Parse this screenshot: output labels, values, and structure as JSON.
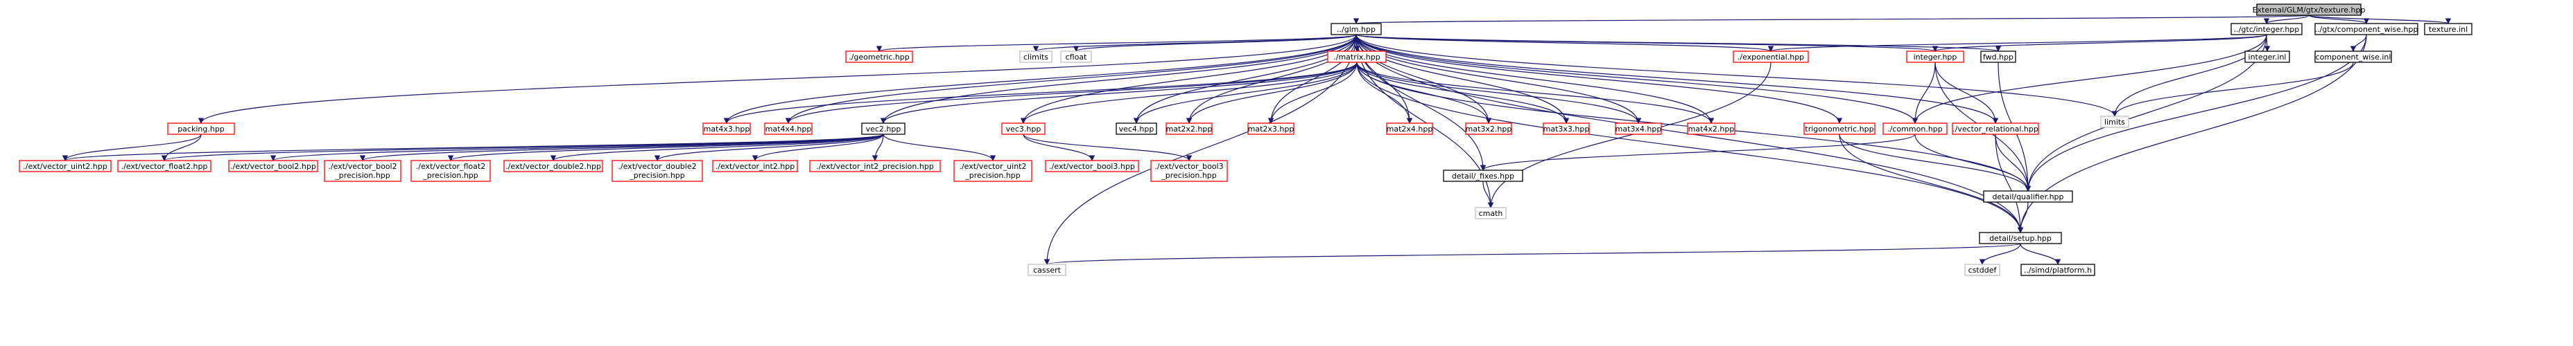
{
  "colors": {
    "edge": "#191970",
    "edge_grey": "#a9a9a9",
    "documented_border": "#000000",
    "undocumented_border": "#ff0000",
    "system_border": "#bfbfbf",
    "root_fill": "#bfbfbf",
    "node_fill": "#ffffff"
  },
  "nodes": [
    {
      "id": "root",
      "lines": [
        "External/GLM/gtx/texture.hpp"
      ],
      "style": "root"
    },
    {
      "id": "glm",
      "lines": [
        "../glm.hpp"
      ],
      "style": "doc"
    },
    {
      "id": "gtc_integer",
      "lines": [
        "../gtc/integer.hpp"
      ],
      "style": "doc"
    },
    {
      "id": "gtx_cw",
      "lines": [
        "../gtx/component_wise.hpp"
      ],
      "style": "doc"
    },
    {
      "id": "texture_inl",
      "lines": [
        "texture.inl"
      ],
      "style": "doc"
    },
    {
      "id": "climits",
      "lines": [
        "climits"
      ],
      "style": "sys"
    },
    {
      "id": "cfloat",
      "lines": [
        "cfloat"
      ],
      "style": "sys"
    },
    {
      "id": "geometric",
      "lines": [
        "./geometric.hpp"
      ],
      "style": "undoc"
    },
    {
      "id": "matrix",
      "lines": [
        "./matrix.hpp"
      ],
      "style": "undoc"
    },
    {
      "id": "exponential",
      "lines": [
        "./exponential.hpp"
      ],
      "style": "undoc"
    },
    {
      "id": "integer",
      "lines": [
        "integer.hpp"
      ],
      "style": "undoc"
    },
    {
      "id": "fwd",
      "lines": [
        "fwd.hpp"
      ],
      "style": "doc"
    },
    {
      "id": "integer_inl",
      "lines": [
        "integer.inl"
      ],
      "style": "doc"
    },
    {
      "id": "cw_inl",
      "lines": [
        "component_wise.inl"
      ],
      "style": "doc"
    },
    {
      "id": "limits",
      "lines": [
        "limits"
      ],
      "style": "sys"
    },
    {
      "id": "packing",
      "lines": [
        "packing.hpp"
      ],
      "style": "undoc"
    },
    {
      "id": "mat4x3",
      "lines": [
        "mat4x3.hpp"
      ],
      "style": "undoc"
    },
    {
      "id": "mat4x4",
      "lines": [
        "mat4x4.hpp"
      ],
      "style": "undoc"
    },
    {
      "id": "vec2",
      "lines": [
        "vec2.hpp"
      ],
      "style": "doc"
    },
    {
      "id": "vec3",
      "lines": [
        "vec3.hpp"
      ],
      "style": "undoc"
    },
    {
      "id": "vec4",
      "lines": [
        "vec4.hpp"
      ],
      "style": "doc"
    },
    {
      "id": "mat2x2",
      "lines": [
        "mat2x2.hpp"
      ],
      "style": "undoc"
    },
    {
      "id": "mat2x3",
      "lines": [
        "mat2x3.hpp"
      ],
      "style": "undoc"
    },
    {
      "id": "mat2x4",
      "lines": [
        "mat2x4.hpp"
      ],
      "style": "undoc"
    },
    {
      "id": "mat3x2",
      "lines": [
        "mat3x2.hpp"
      ],
      "style": "undoc"
    },
    {
      "id": "mat3x3",
      "lines": [
        "mat3x3.hpp"
      ],
      "style": "undoc"
    },
    {
      "id": "mat3x4",
      "lines": [
        "mat3x4.hpp"
      ],
      "style": "undoc"
    },
    {
      "id": "mat4x2",
      "lines": [
        "mat4x2.hpp"
      ],
      "style": "undoc"
    },
    {
      "id": "trigonometric",
      "lines": [
        "trigonometric.hpp"
      ],
      "style": "undoc"
    },
    {
      "id": "common",
      "lines": [
        "./common.hpp"
      ],
      "style": "undoc"
    },
    {
      "id": "vector_relational",
      "lines": [
        "./vector_relational.hpp"
      ],
      "style": "undoc"
    },
    {
      "id": "ext_vector_uint2",
      "lines": [
        "./ext/vector_uint2.hpp"
      ],
      "style": "undoc"
    },
    {
      "id": "ext_vector_float2",
      "lines": [
        "./ext/vector_float2.hpp"
      ],
      "style": "undoc"
    },
    {
      "id": "ext_vector_bool2",
      "lines": [
        "./ext/vector_bool2.hpp"
      ],
      "style": "undoc"
    },
    {
      "id": "ext_vector_bool2_prec",
      "lines": [
        "./ext/vector_bool2",
        "_precision.hpp"
      ],
      "style": "undoc"
    },
    {
      "id": "ext_vector_float2_prec",
      "lines": [
        "./ext/vector_float2",
        "_precision.hpp"
      ],
      "style": "undoc"
    },
    {
      "id": "ext_vector_double2",
      "lines": [
        "./ext/vector_double2.hpp"
      ],
      "style": "undoc"
    },
    {
      "id": "ext_vector_double2_prec",
      "lines": [
        "./ext/vector_double2",
        "_precision.hpp"
      ],
      "style": "undoc"
    },
    {
      "id": "ext_vector_int2",
      "lines": [
        "./ext/vector_int2.hpp"
      ],
      "style": "undoc"
    },
    {
      "id": "ext_vector_int2_prec",
      "lines": [
        "./ext/vector_int2_precision.hpp"
      ],
      "style": "undoc"
    },
    {
      "id": "ext_vector_uint2_prec",
      "lines": [
        "./ext/vector_uint2",
        "_precision.hpp"
      ],
      "style": "undoc"
    },
    {
      "id": "ext_vector_bool3",
      "lines": [
        "./ext/vector_bool3.hpp"
      ],
      "style": "undoc"
    },
    {
      "id": "ext_vector_bool3_prec",
      "lines": [
        "./ext/vector_bool3",
        "_precision.hpp"
      ],
      "style": "undoc"
    },
    {
      "id": "detail_fixes",
      "lines": [
        "detail/_fixes.hpp"
      ],
      "style": "doc"
    },
    {
      "id": "detail_qualifier",
      "lines": [
        "detail/qualifier.hpp"
      ],
      "style": "doc"
    },
    {
      "id": "cmath",
      "lines": [
        "cmath"
      ],
      "style": "sys"
    },
    {
      "id": "detail_setup",
      "lines": [
        "detail/setup.hpp"
      ],
      "style": "doc"
    },
    {
      "id": "cassert",
      "lines": [
        "cassert"
      ],
      "style": "sys"
    },
    {
      "id": "cstddef",
      "lines": [
        "cstddef"
      ],
      "style": "sys"
    },
    {
      "id": "simd_platform",
      "lines": [
        "../simd/platform.h"
      ],
      "style": "doc"
    }
  ]
}
